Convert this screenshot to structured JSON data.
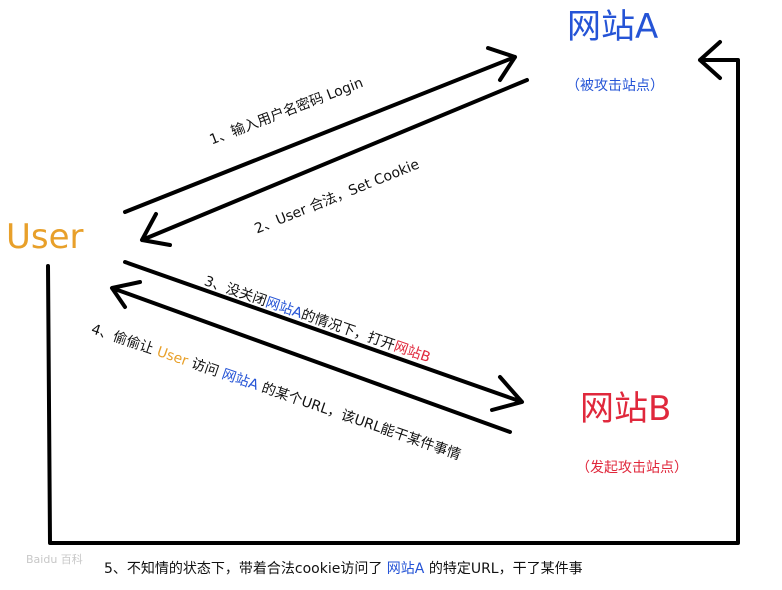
{
  "colors": {
    "user": "#e8a02a",
    "site_a": "#2554d6",
    "site_b": "#e0283c",
    "arrow": "#000000",
    "text": "#111111"
  },
  "nodes": {
    "user": {
      "label": "User"
    },
    "site_a": {
      "label": "网站A",
      "note": "（被攻击站点）"
    },
    "site_b": {
      "label": "网站B",
      "note": "（发起攻击站点）"
    }
  },
  "steps": {
    "s1": {
      "text": "1、输入用户名密码 Login"
    },
    "s2": {
      "text": "2、User 合法，Set Cookie"
    },
    "s3": {
      "pre": "3、没关闭",
      "site_a": "网站A",
      "mid": "的情况下，打开",
      "site_b": "网站B"
    },
    "s4": {
      "pre": "4、偷偷让 ",
      "user": "User",
      "mid": " 访问 ",
      "site_a": "网站A",
      "post": " 的某个URL，该URL能干某件事情"
    },
    "s5": {
      "pre": "5、不知情的状态下，带着合法cookie访问了 ",
      "site_a": "网站A",
      "post": " 的特定URL，干了某件事"
    }
  },
  "watermark": "Baidu 百科"
}
